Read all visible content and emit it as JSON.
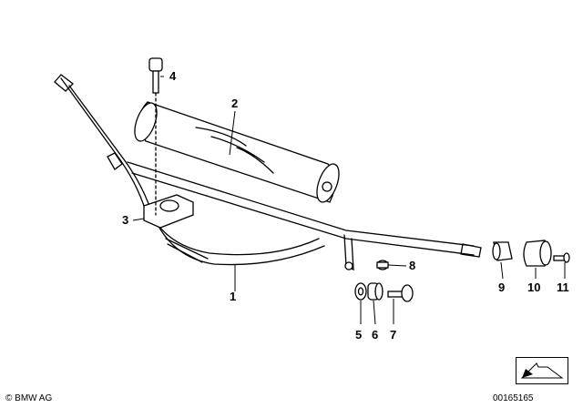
{
  "diagram": {
    "callouts": [
      "1",
      "2",
      "3",
      "4",
      "5",
      "6",
      "7",
      "8",
      "9",
      "10",
      "11"
    ]
  },
  "footer": {
    "copyright": "© BMW AG",
    "drawing_id": "00165165"
  },
  "icons": {
    "navigation": "arrow-down-left-icon"
  }
}
